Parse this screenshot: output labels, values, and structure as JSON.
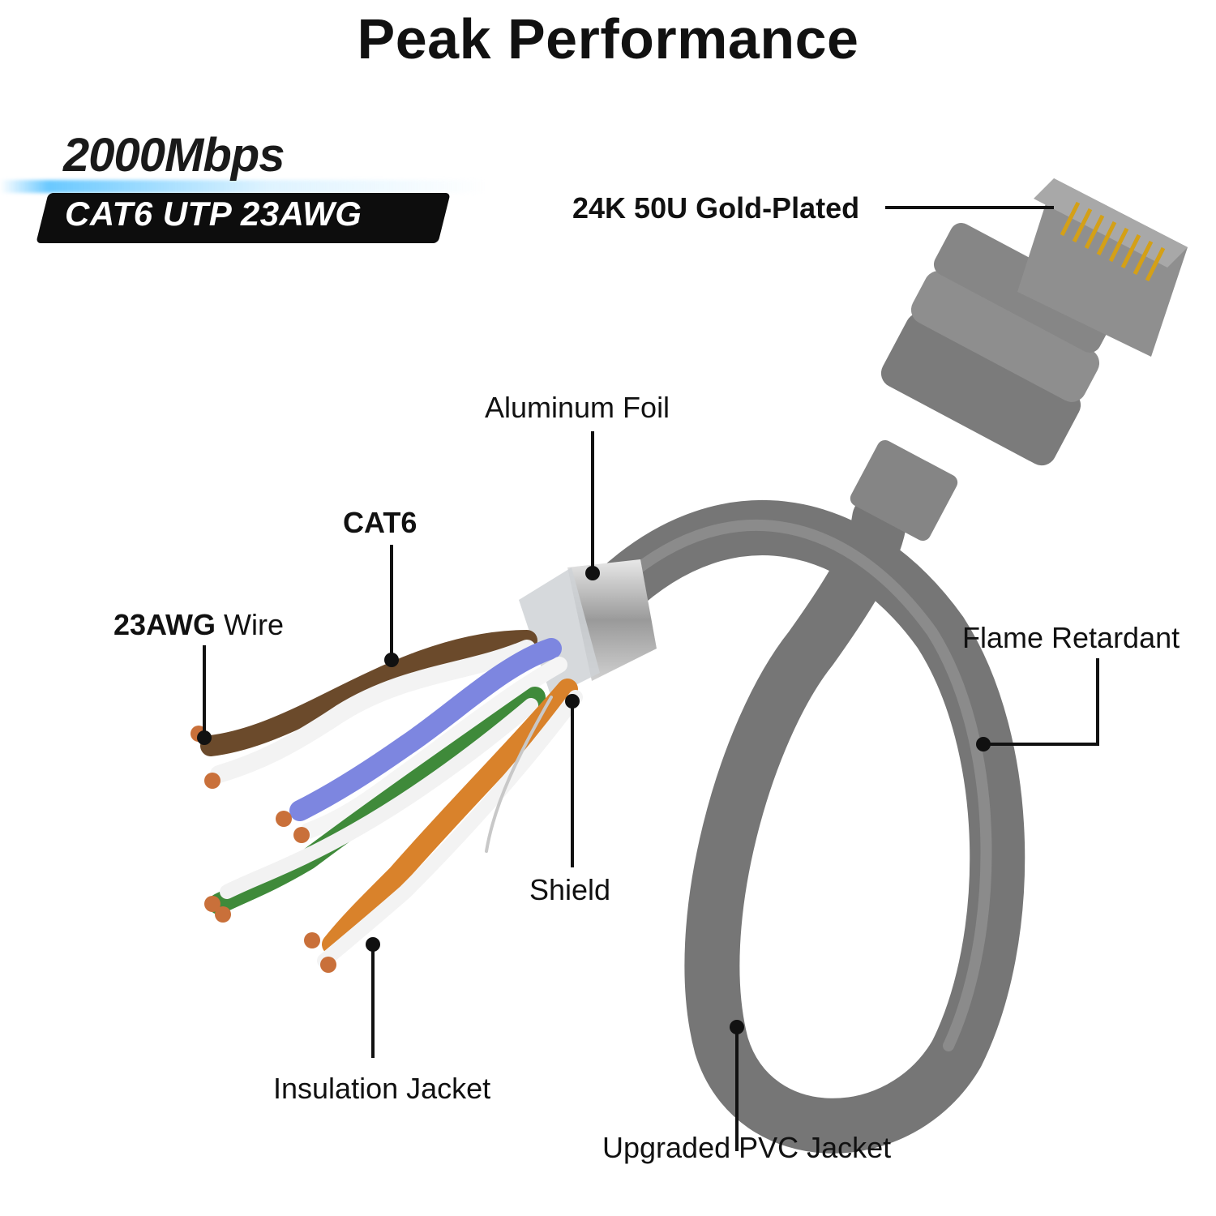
{
  "header": {
    "title": "Peak Performance"
  },
  "badge": {
    "speed": "2000Mbps",
    "spec": "CAT6 UTP 23AWG"
  },
  "labels": {
    "gold_plated": "24K 50U Gold-Plated",
    "aluminum_foil": "Aluminum Foil",
    "cat6": "CAT6",
    "awg_bold": "23AWG",
    "awg_rest": " Wire",
    "flame_retardant": "Flame Retardant",
    "shield": "Shield",
    "insulation_jacket": "Insulation Jacket",
    "pvc_jacket": "Upgraded PVC Jacket"
  },
  "colors": {
    "cable": "#7a7a7a",
    "connector": "#8a8a8a",
    "gold": "#d4a017",
    "brown": "#6b4a2b",
    "blue": "#7d86e0",
    "green": "#3f8a3a",
    "orange": "#d9822b",
    "copper": "#c9703a"
  }
}
